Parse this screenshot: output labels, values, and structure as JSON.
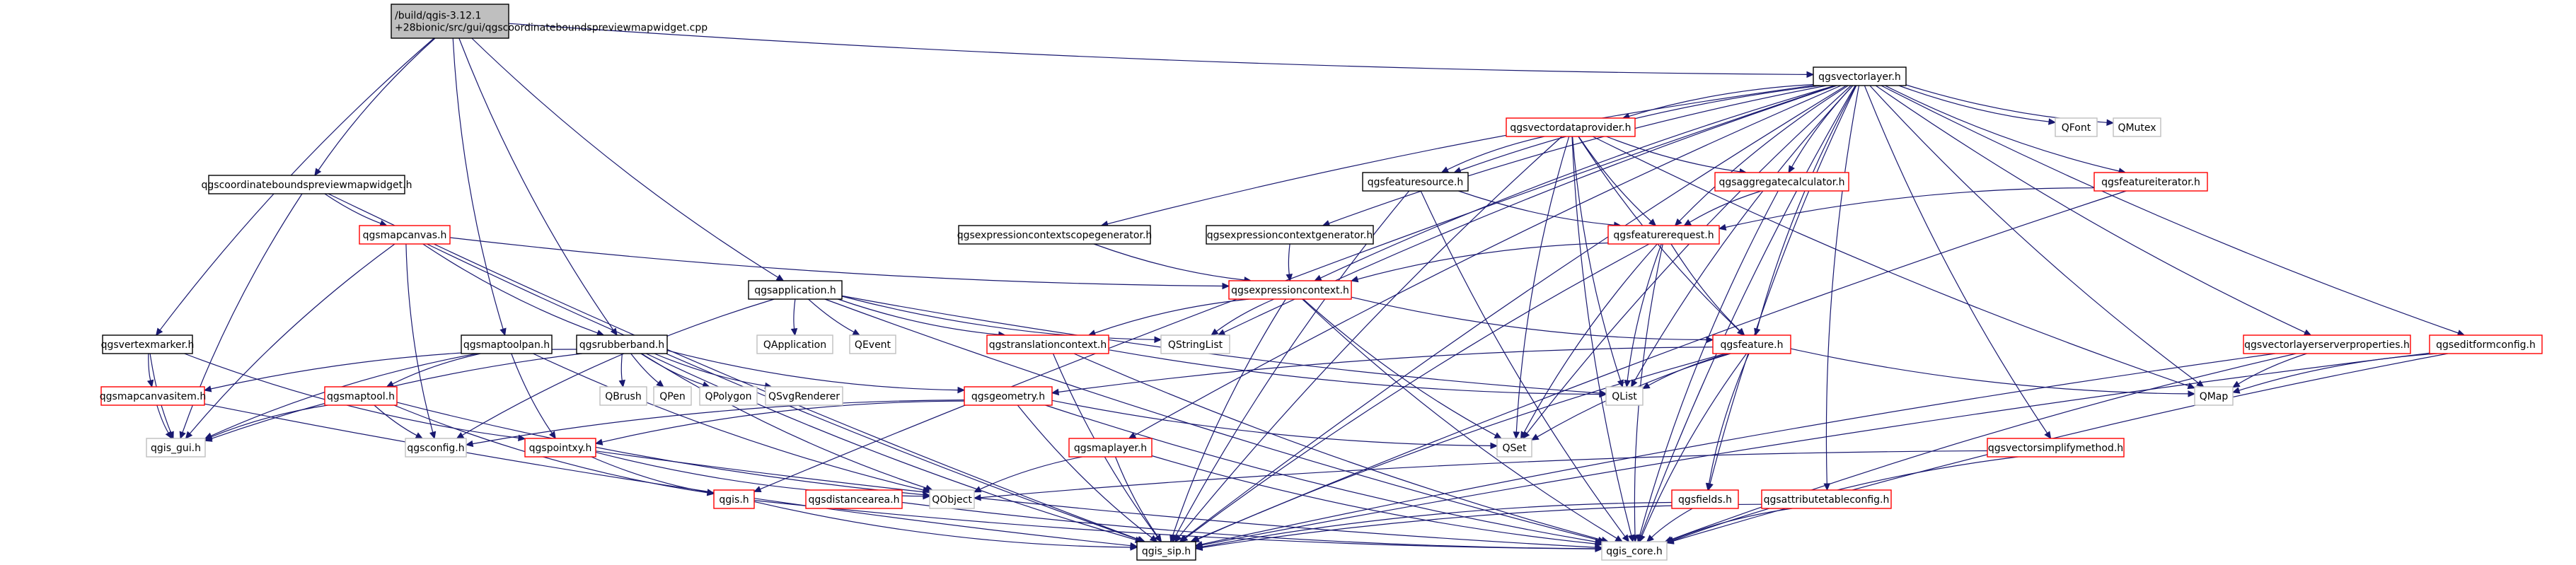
{
  "colors": {
    "root_fill": "#bfbfbf",
    "link_border": "#000000",
    "missing_border": "#ff0000",
    "external_border": "#bfbfbf",
    "edge": "#191970",
    "text": "#000000"
  },
  "nodes": {
    "root": {
      "label": "/build/qgis-3.12.1\n+28bionic/src/gui/qgscoordinateboundspreviewmapwidget.cpp",
      "kind": "root"
    },
    "cbpmw": {
      "label": "qgscoordinateboundspreviewmapwidget.h",
      "kind": "link"
    },
    "vl": {
      "label": "qgsvectorlayer.h",
      "kind": "link"
    },
    "vm": {
      "label": "qgsvertexmarker.h",
      "kind": "link"
    },
    "mtp": {
      "label": "qgsmaptoolpan.h",
      "kind": "link"
    },
    "rb": {
      "label": "qgsrubberband.h",
      "kind": "link"
    },
    "app": {
      "label": "qgsapplication.h",
      "kind": "link"
    },
    "mc": {
      "label": "qgsmapcanvas.h",
      "kind": "missing"
    },
    "vdp": {
      "label": "qgsvectordataprovider.h",
      "kind": "missing"
    },
    "fs": {
      "label": "qgsfeaturesource.h",
      "kind": "link"
    },
    "agg": {
      "label": "qgsaggregatecalculator.h",
      "kind": "missing"
    },
    "fi": {
      "label": "qgsfeatureiterator.h",
      "kind": "missing"
    },
    "ecsg": {
      "label": "qgsexpressioncontextscopegenerator.h",
      "kind": "link"
    },
    "ecg": {
      "label": "qgsexpressioncontextgenerator.h",
      "kind": "link"
    },
    "fr": {
      "label": "qgsfeaturerequest.h",
      "kind": "missing"
    },
    "ec": {
      "label": "qgsexpressioncontext.h",
      "kind": "missing"
    },
    "tc": {
      "label": "qgstranslationcontext.h",
      "kind": "missing"
    },
    "feat": {
      "label": "qgsfeature.h",
      "kind": "missing"
    },
    "geom": {
      "label": "qgsgeometry.h",
      "kind": "missing"
    },
    "mci": {
      "label": "qgsmapcanvasitem.h",
      "kind": "missing"
    },
    "mt": {
      "label": "qgsmaptool.h",
      "kind": "missing"
    },
    "pxy": {
      "label": "qgspointxy.h",
      "kind": "missing"
    },
    "ml": {
      "label": "qgsmaplayer.h",
      "kind": "missing"
    },
    "qgis": {
      "label": "qgis.h",
      "kind": "missing"
    },
    "da": {
      "label": "qgsdistancearea.h",
      "kind": "missing"
    },
    "flds": {
      "label": "qgsfields.h",
      "kind": "missing"
    },
    "atc": {
      "label": "qgsattributetableconfig.h",
      "kind": "missing"
    },
    "vsm": {
      "label": "qgsvectorsimplifymethod.h",
      "kind": "missing"
    },
    "vlsp": {
      "label": "qgsvectorlayerserverproperties.h",
      "kind": "missing"
    },
    "efc": {
      "label": "qgseditformconfig.h",
      "kind": "missing"
    },
    "gui": {
      "label": "qgis_gui.h",
      "kind": "external"
    },
    "cfg": {
      "label": "qgsconfig.h",
      "kind": "external"
    },
    "sip": {
      "label": "qgis_sip.h",
      "kind": "link"
    },
    "core": {
      "label": "qgis_core.h",
      "kind": "external"
    },
    "qobj": {
      "label": "QObject",
      "kind": "external"
    },
    "qset": {
      "label": "QSet",
      "kind": "external"
    },
    "qlist": {
      "label": "QList",
      "kind": "external"
    },
    "qmap": {
      "label": "QMap",
      "kind": "external"
    },
    "qsl": {
      "label": "QStringList",
      "kind": "external"
    },
    "qapp": {
      "label": "QApplication",
      "kind": "external"
    },
    "qev": {
      "label": "QEvent",
      "kind": "external"
    },
    "qbrush": {
      "label": "QBrush",
      "kind": "external"
    },
    "qpen": {
      "label": "QPen",
      "kind": "external"
    },
    "qpoly": {
      "label": "QPolygon",
      "kind": "external"
    },
    "qsvg": {
      "label": "QSvgRenderer",
      "kind": "external"
    },
    "qfont": {
      "label": "QFont",
      "kind": "external"
    },
    "qmutex": {
      "label": "QMutex",
      "kind": "external"
    }
  },
  "edges": [
    [
      "root",
      "cbpmw"
    ],
    [
      "root",
      "vl"
    ],
    [
      "root",
      "vm"
    ],
    [
      "root",
      "mtp"
    ],
    [
      "root",
      "rb"
    ],
    [
      "root",
      "app"
    ],
    [
      "cbpmw",
      "mc"
    ],
    [
      "cbpmw",
      "gui"
    ],
    [
      "cbpmw",
      "sip"
    ],
    [
      "mc",
      "ec"
    ],
    [
      "mc",
      "rb"
    ],
    [
      "mc",
      "gui"
    ],
    [
      "mc",
      "cfg"
    ],
    [
      "mc",
      "sip"
    ],
    [
      "vm",
      "mci"
    ],
    [
      "vm",
      "gui"
    ],
    [
      "vm",
      "pxy"
    ],
    [
      "mtp",
      "mt"
    ],
    [
      "mtp",
      "gui"
    ],
    [
      "mtp",
      "pxy"
    ],
    [
      "mtp",
      "qobj"
    ],
    [
      "rb",
      "mci"
    ],
    [
      "rb",
      "geom"
    ],
    [
      "rb",
      "gui"
    ],
    [
      "rb",
      "qbrush"
    ],
    [
      "rb",
      "qpen"
    ],
    [
      "rb",
      "qpoly"
    ],
    [
      "rb",
      "qsvg"
    ],
    [
      "rb",
      "qobj"
    ],
    [
      "rb",
      "sip"
    ],
    [
      "app",
      "qapp"
    ],
    [
      "app",
      "qev"
    ],
    [
      "app",
      "qsl"
    ],
    [
      "app",
      "tc"
    ],
    [
      "app",
      "core"
    ],
    [
      "app",
      "cfg"
    ],
    [
      "app",
      "qlist"
    ],
    [
      "vl",
      "vdp"
    ],
    [
      "vl",
      "fs"
    ],
    [
      "vl",
      "agg"
    ],
    [
      "vl",
      "fi"
    ],
    [
      "vl",
      "ecsg"
    ],
    [
      "vl",
      "ecg"
    ],
    [
      "vl",
      "fr"
    ],
    [
      "vl",
      "ec"
    ],
    [
      "vl",
      "feat"
    ],
    [
      "vl",
      "flds"
    ],
    [
      "vl",
      "atc"
    ],
    [
      "vl",
      "vsm"
    ],
    [
      "vl",
      "vlsp"
    ],
    [
      "vl",
      "efc"
    ],
    [
      "vl",
      "qfont"
    ],
    [
      "vl",
      "qmutex"
    ],
    [
      "vl",
      "qmap"
    ],
    [
      "vl",
      "qlist"
    ],
    [
      "vl",
      "qset"
    ],
    [
      "vl",
      "qsl"
    ],
    [
      "vl",
      "ml"
    ],
    [
      "vl",
      "qgis"
    ],
    [
      "vl",
      "core"
    ],
    [
      "vl",
      "sip"
    ],
    [
      "vdp",
      "fs"
    ],
    [
      "vdp",
      "agg"
    ],
    [
      "vdp",
      "fr"
    ],
    [
      "vdp",
      "feat"
    ],
    [
      "vdp",
      "qlist"
    ],
    [
      "vdp",
      "qset"
    ],
    [
      "vdp",
      "qmap"
    ],
    [
      "vdp",
      "core"
    ],
    [
      "vdp",
      "sip"
    ],
    [
      "fs",
      "fr"
    ],
    [
      "fs",
      "sip"
    ],
    [
      "fs",
      "core"
    ],
    [
      "agg",
      "fr"
    ],
    [
      "agg",
      "core"
    ],
    [
      "fi",
      "fr"
    ],
    [
      "fi",
      "sip"
    ],
    [
      "ecsg",
      "ec"
    ],
    [
      "ecg",
      "ec"
    ],
    [
      "fr",
      "ec"
    ],
    [
      "fr",
      "feat"
    ],
    [
      "fr",
      "qlist"
    ],
    [
      "fr",
      "qset"
    ],
    [
      "fr",
      "sip"
    ],
    [
      "fr",
      "core"
    ],
    [
      "ec",
      "tc"
    ],
    [
      "ec",
      "feat"
    ],
    [
      "ec",
      "qsl"
    ],
    [
      "ec",
      "qset"
    ],
    [
      "ec",
      "sip"
    ],
    [
      "ec",
      "core"
    ],
    [
      "tc",
      "qlist"
    ],
    [
      "tc",
      "sip"
    ],
    [
      "tc",
      "core"
    ],
    [
      "feat",
      "geom"
    ],
    [
      "feat",
      "flds"
    ],
    [
      "feat",
      "qlist"
    ],
    [
      "feat",
      "qset"
    ],
    [
      "feat",
      "qmap"
    ],
    [
      "feat",
      "sip"
    ],
    [
      "feat",
      "core"
    ],
    [
      "geom",
      "pxy"
    ],
    [
      "geom",
      "qset"
    ],
    [
      "geom",
      "cfg"
    ],
    [
      "geom",
      "sip"
    ],
    [
      "geom",
      "core"
    ],
    [
      "mci",
      "gui"
    ],
    [
      "mci",
      "sip"
    ],
    [
      "mt",
      "gui"
    ],
    [
      "mt",
      "cfg"
    ],
    [
      "mt",
      "qobj"
    ],
    [
      "mt",
      "qgis"
    ],
    [
      "pxy",
      "qgis"
    ],
    [
      "pxy",
      "qobj"
    ],
    [
      "pxy",
      "core"
    ],
    [
      "ml",
      "qobj"
    ],
    [
      "ml",
      "sip"
    ],
    [
      "ml",
      "core"
    ],
    [
      "qgis",
      "sip"
    ],
    [
      "qgis",
      "core"
    ],
    [
      "da",
      "core"
    ],
    [
      "flds",
      "sip"
    ],
    [
      "flds",
      "core"
    ],
    [
      "atc",
      "sip"
    ],
    [
      "atc",
      "core"
    ],
    [
      "vsm",
      "qobj"
    ],
    [
      "vsm",
      "core"
    ],
    [
      "vlsp",
      "qmap"
    ],
    [
      "vlsp",
      "sip"
    ],
    [
      "vlsp",
      "core"
    ],
    [
      "efc",
      "qmap"
    ],
    [
      "efc",
      "sip"
    ],
    [
      "efc",
      "core"
    ]
  ]
}
